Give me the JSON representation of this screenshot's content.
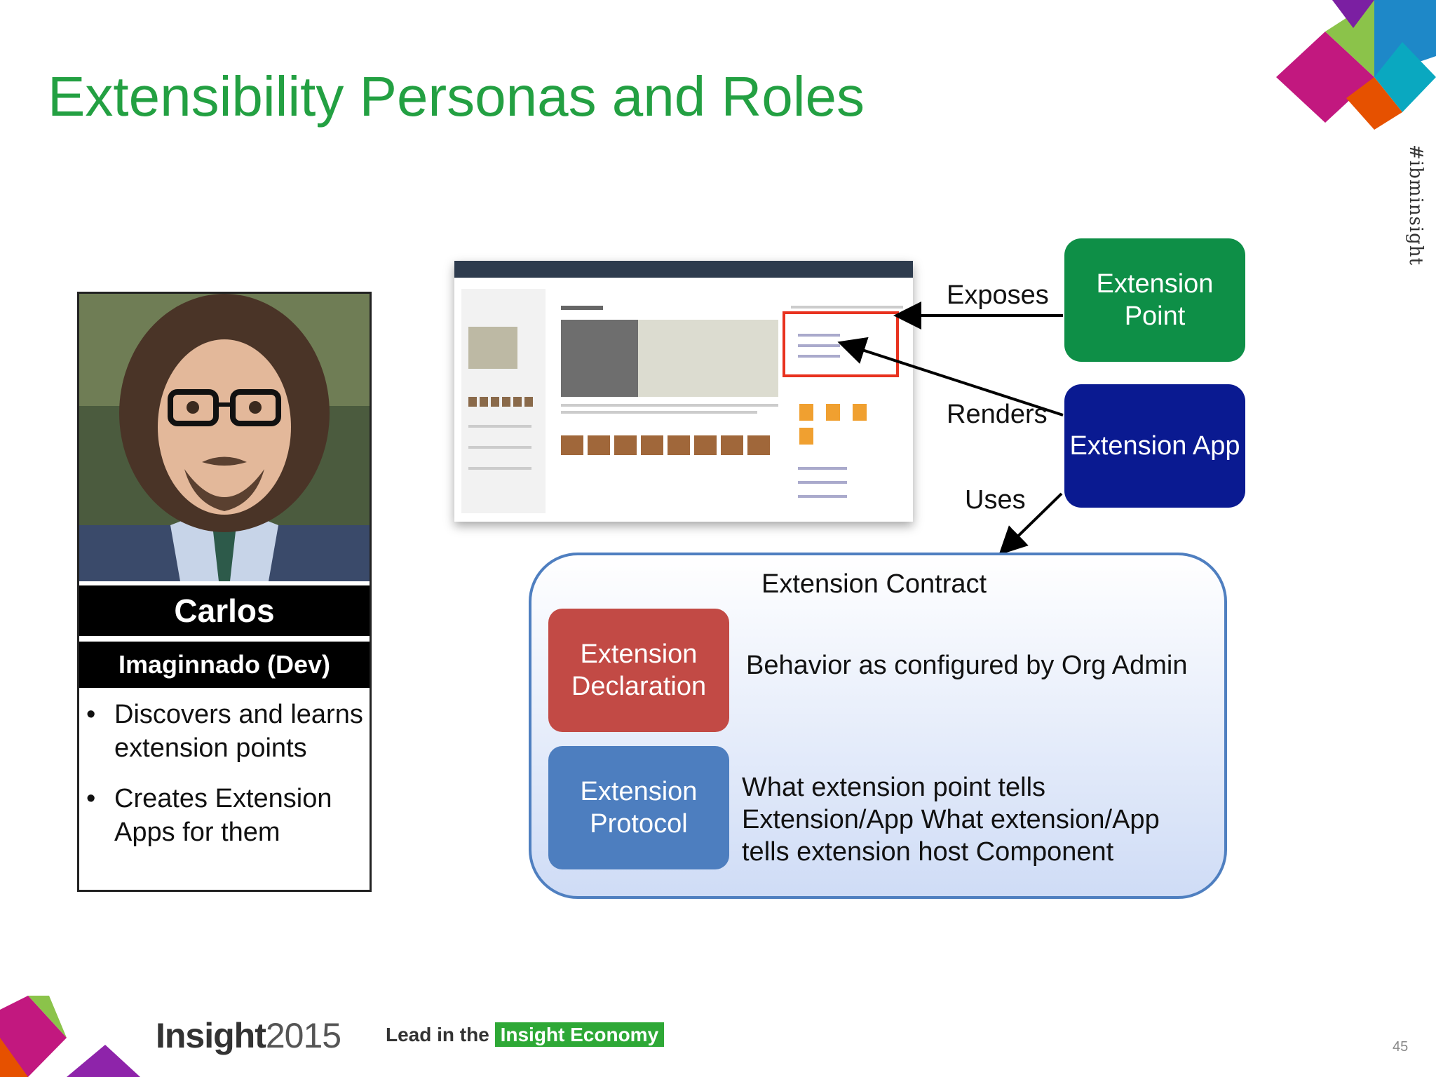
{
  "slide": {
    "title": "Extensibility Personas and Roles",
    "hashtag": "#ibminsight",
    "page_number": "45"
  },
  "persona": {
    "name": "Carlos",
    "role": "Imaginnado (Dev)",
    "bullets": [
      "Discovers and learns extension points",
      "Creates Extension Apps for them"
    ]
  },
  "diagram": {
    "extension_point": "Extension Point",
    "extension_app": "Extension App",
    "exposes": "Exposes",
    "renders": "Renders",
    "uses": "Uses",
    "contract_title": "Extension Contract",
    "declaration": "Extension Declaration",
    "behavior": "Behavior as configured by Org Admin",
    "protocol": "Extension Protocol",
    "protocol_text": "What extension point tells Extension/App What extension/App tells extension host Component"
  },
  "footer": {
    "brand": "Insight",
    "year": "2015",
    "lead": "Lead in the",
    "economy": "Insight Economy"
  },
  "colors": {
    "title": "#23a042",
    "extension_point": "#0e8f47",
    "extension_app": "#0a1a91",
    "declaration": "#c24a45",
    "protocol": "#4d7ebf",
    "contract_border": "#4f7fc0"
  }
}
